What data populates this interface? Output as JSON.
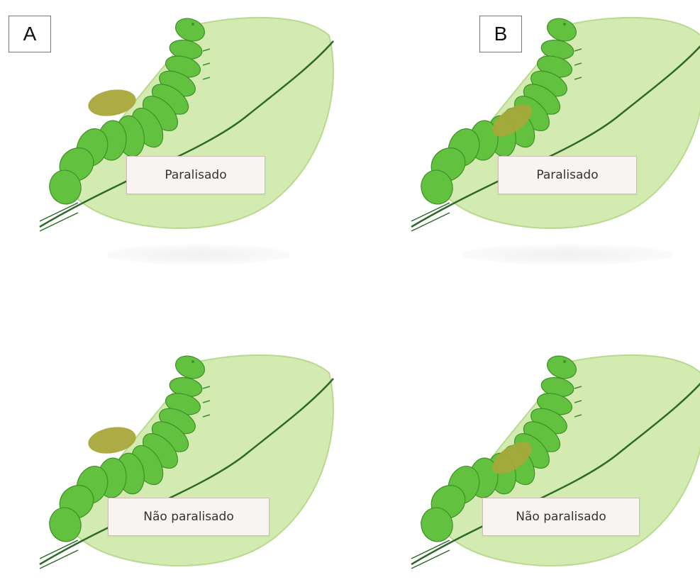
{
  "columns": [
    {
      "label": "A"
    },
    {
      "label": "B"
    }
  ],
  "panels": [
    {
      "state": "Paralisado"
    },
    {
      "state": "Paralisado"
    },
    {
      "state": "Não paralisado"
    },
    {
      "state": "Não paralisado"
    }
  ],
  "colors": {
    "leaf": "#d3eab0",
    "leaf_edge": "#b9d98f",
    "vein": "#2d6a2a",
    "caterpillar": "#62c23f",
    "caterpillar_outline": "#3f8f2a",
    "egg": "#a9a73a"
  }
}
